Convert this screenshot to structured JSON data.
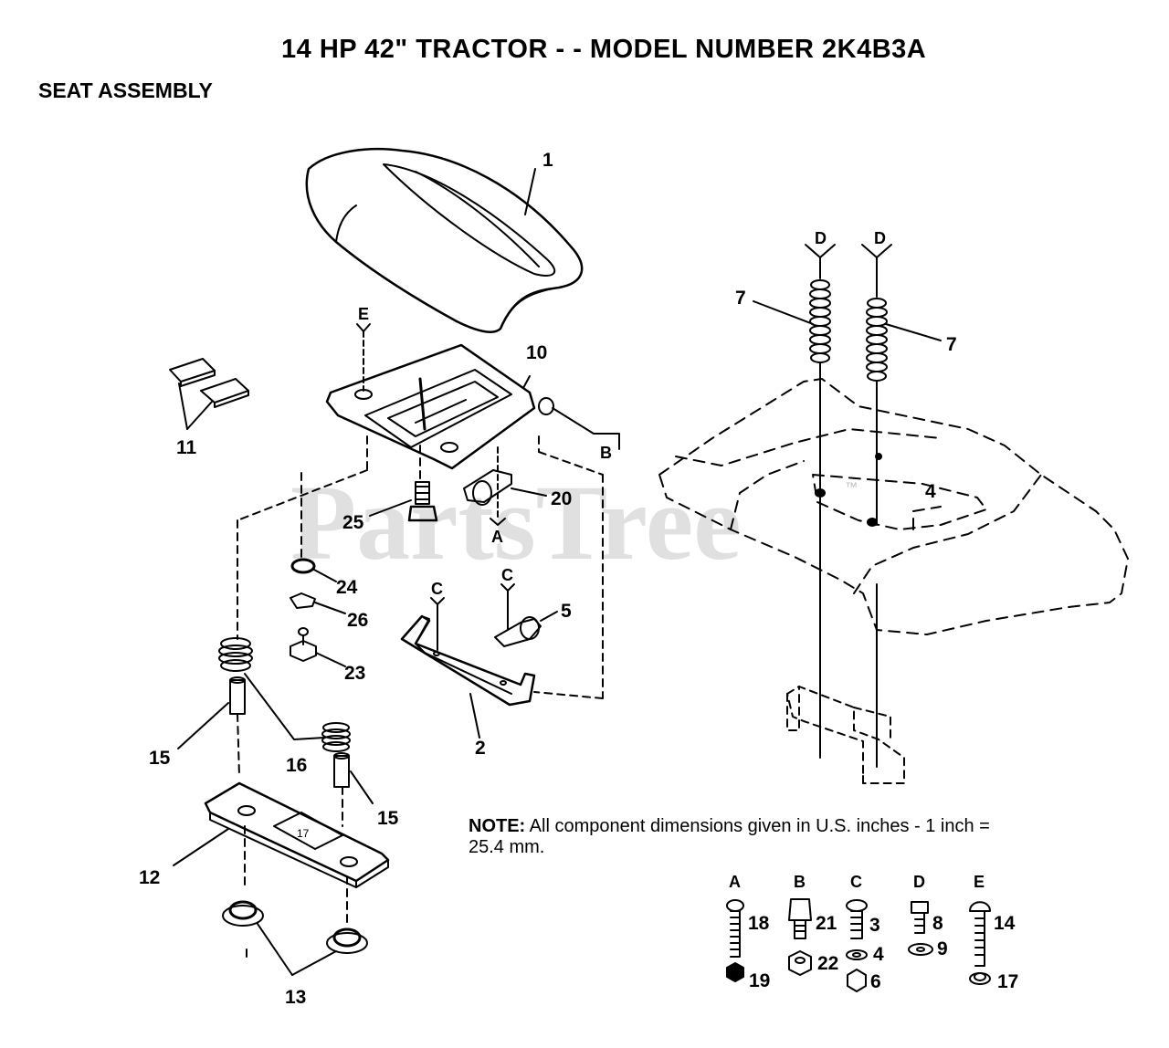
{
  "title": "14 HP 42\" TRACTOR - - MODEL NUMBER 2K4B3A",
  "subtitle": "SEAT ASSEMBLY",
  "note": {
    "label": "NOTE:",
    "text": " All component dimensions given in U.S. inches - 1 inch = 25.4 mm."
  },
  "watermark": {
    "text": "PartsTree",
    "tm": "™"
  },
  "callouts": {
    "c1": "1",
    "c2": "2",
    "c5": "5",
    "c7a": "7",
    "c7b": "7",
    "c10": "10",
    "c11": "11",
    "c12": "12",
    "c13": "13",
    "c15a": "15",
    "c15b": "15",
    "c16": "16",
    "c20": "20",
    "c23": "23",
    "c24": "24",
    "c25": "25",
    "c26": "26"
  },
  "refs": {
    "E_top": "E",
    "B_ref": "B",
    "A_ref": "A",
    "C_ref1": "C",
    "C_ref2": "C",
    "D_ref1": "D",
    "D_ref2": "D",
    "pan_mark": "4"
  },
  "hardware": {
    "groups": [
      {
        "letter": "A",
        "parts": [
          "18",
          "19"
        ]
      },
      {
        "letter": "B",
        "parts": [
          "21",
          "22"
        ]
      },
      {
        "letter": "C",
        "parts": [
          "3",
          "4",
          "6"
        ]
      },
      {
        "letter": "D",
        "parts": [
          "8",
          "9"
        ]
      },
      {
        "letter": "E",
        "parts": [
          "14",
          "17"
        ]
      }
    ]
  }
}
